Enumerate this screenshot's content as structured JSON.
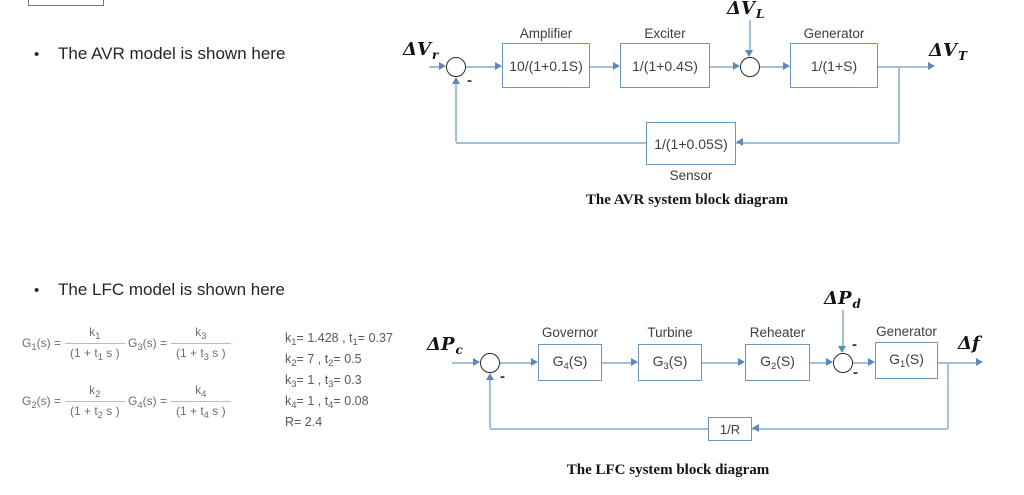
{
  "bullet_char": "•",
  "bullets": {
    "avr": "The AVR model is shown here",
    "lfc": "The LFC model is shown here"
  },
  "minus_sign": "-",
  "avr": {
    "input": {
      "main": "ΔV",
      "sub": "r"
    },
    "disturbance": {
      "main": "ΔV",
      "sub": "L"
    },
    "output": {
      "main": "ΔV",
      "sub": "T"
    },
    "blocks": {
      "amplifier": {
        "label": "Amplifier",
        "tf": "10/(1+0.1S)"
      },
      "exciter": {
        "label": "Exciter",
        "tf": "1/(1+0.4S)"
      },
      "generator": {
        "label": "Generator",
        "tf": "1/(1+S)"
      },
      "sensor": {
        "label": "Sensor",
        "tf": "1/(1+0.05S)"
      }
    },
    "caption": "The AVR system block diagram"
  },
  "lfc": {
    "input": {
      "main": "ΔP",
      "sub": "c"
    },
    "disturbance": {
      "main": "ΔP",
      "sub": "d"
    },
    "output": {
      "main": "Δf",
      "sub": ""
    },
    "blocks": {
      "governor": {
        "label": "Governor",
        "p": "G",
        "s": "4",
        "t": "(S)"
      },
      "turbine": {
        "label": "Turbine",
        "p": "G",
        "s": "3",
        "t": "(S)"
      },
      "reheater": {
        "label": "Reheater",
        "p": "G",
        "s": "2",
        "t": "(S)"
      },
      "generator": {
        "label": "Generator",
        "p": "G",
        "s": "1",
        "t": "(S)"
      },
      "feedback": {
        "tf": "1/R"
      }
    },
    "caption": "The LFC system block diagram",
    "formulas": [
      {
        "g": "G",
        "gs": "1",
        "eq": "(s) =",
        "np": "k",
        "ns": "1",
        "dp": "(1 + t",
        "ds": "1",
        "dt": " s )"
      },
      {
        "g": "G",
        "gs": "3",
        "eq": "(s) =",
        "np": "k",
        "ns": "3",
        "dp": "(1 + t",
        "ds": "3",
        "dt": " s )"
      },
      {
        "g": "G",
        "gs": "2",
        "eq": "(s) =",
        "np": "k",
        "ns": "2",
        "dp": "(1 + t",
        "ds": "2",
        "dt": " s )"
      },
      {
        "g": "G",
        "gs": "4",
        "eq": "(s) =",
        "np": "k",
        "ns": "4",
        "dp": "(1 + t",
        "ds": "4",
        "dt": " s )"
      }
    ],
    "params": [
      {
        "p1": "k",
        "s1": "1",
        "p2": "= 1.428 , t",
        "s2": "1",
        "p3": "= 0.37"
      },
      {
        "p1": "k",
        "s1": "2",
        "p2": "= 7 , t",
        "s2": "2",
        "p3": "= 0.5"
      },
      {
        "p1": "k",
        "s1": "3",
        "p2": "= 1 , t",
        "s2": "3",
        "p3": "= 0.3"
      },
      {
        "p1": "k",
        "s1": "4",
        "p2": "= 1 , t",
        "s2": "4",
        "p3": "= 0.08"
      },
      {
        "p1": "R= 2.4",
        "s1": "",
        "p2": "",
        "s2": "",
        "p3": ""
      }
    ]
  },
  "colors": {
    "wire": "#a4bfd8",
    "arrowhead": "#5b8ab8",
    "block_border": "#6d95b6",
    "block_text": "#3f3f3f",
    "sum_circle_border": "#2a2a2a",
    "fraction_bar": "#9dc3e6",
    "formula_text": "#6e6e6e",
    "param_text": "#595959",
    "heading_text": "#141414"
  }
}
